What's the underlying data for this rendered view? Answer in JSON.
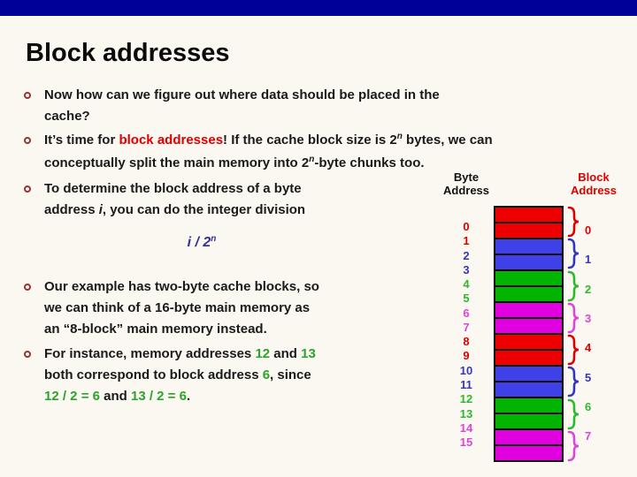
{
  "title": "Block addresses",
  "colors": {
    "bar": "#000099",
    "bg": "#faf8f0",
    "text": "#1a1a1a",
    "red": "#dd0000",
    "green": "#2aa52a",
    "navy": "#333399",
    "ring": "#993333",
    "block_red": "#ee0000",
    "block_blue": "#4040e8",
    "block_green": "#00b400",
    "block_magenta": "#e000e0",
    "lab_red": "#dd0000",
    "lab_blue": "#3636bb",
    "lab_green": "#2eb82e",
    "lab_magenta": "#dd44dd"
  },
  "bullets": [
    {
      "lines": [
        [
          {
            "t": "Now how can we figure out where data should be placed in the"
          }
        ],
        [
          {
            "t": "cache?"
          }
        ]
      ]
    },
    {
      "lines": [
        [
          {
            "t": "It’s time for "
          },
          {
            "t": "block addresses",
            "s": "red"
          },
          {
            "t": "! If the cache block size is 2"
          },
          {
            "t": "n",
            "s": "sup"
          },
          {
            "t": " bytes, we can"
          }
        ],
        [
          {
            "t": "conceptually split the main memory into 2"
          },
          {
            "t": "n",
            "s": "sup"
          },
          {
            "t": "-byte chunks too."
          }
        ]
      ]
    },
    {
      "lines": [
        [
          {
            "t": "To determine the block address of a byte"
          }
        ],
        [
          {
            "t": "address "
          },
          {
            "t": "i",
            "s": "i"
          },
          {
            "t": ", you can do the integer division"
          }
        ]
      ]
    },
    {
      "lines": [
        [
          {
            "t": "Our example has two-byte cache blocks, so"
          }
        ],
        [
          {
            "t": "we can think of a 16-byte main memory as"
          }
        ],
        [
          {
            "t": "an “8-block” main memory instead."
          }
        ]
      ]
    },
    {
      "lines": [
        [
          {
            "t": "For instance, memory addresses "
          },
          {
            "t": "12",
            "s": "green"
          },
          {
            "t": " and "
          },
          {
            "t": "13",
            "s": "green"
          }
        ],
        [
          {
            "t": "both correspond to block address "
          },
          {
            "t": "6",
            "s": "green"
          },
          {
            "t": ", since"
          }
        ],
        [
          {
            "t": "12 / 2 = 6",
            "s": "green"
          },
          {
            "t": " and "
          },
          {
            "t": "13 / 2 = 6",
            "s": "green"
          },
          {
            "t": "."
          }
        ]
      ]
    }
  ],
  "formula": [
    {
      "t": "i",
      "s": "i"
    },
    {
      "t": " / 2"
    },
    {
      "t": "n",
      "s": "sup"
    }
  ],
  "diagram": {
    "byte_header": "Byte\nAddress",
    "block_header": "Block\nAddress",
    "row_colors": [
      "red",
      "red",
      "blue",
      "blue",
      "green",
      "green",
      "magenta",
      "magenta",
      "red",
      "red",
      "blue",
      "blue",
      "green",
      "green",
      "magenta",
      "magenta"
    ],
    "byte_labels": [
      {
        "n": "0",
        "c": "red"
      },
      {
        "n": "1",
        "c": "red"
      },
      {
        "n": "2",
        "c": "blue"
      },
      {
        "n": "3",
        "c": "blue"
      },
      {
        "n": "4",
        "c": "green"
      },
      {
        "n": "5",
        "c": "green"
      },
      {
        "n": "6",
        "c": "magenta"
      },
      {
        "n": "7",
        "c": "magenta"
      },
      {
        "n": "8",
        "c": "red"
      },
      {
        "n": "9",
        "c": "red"
      },
      {
        "n": "10",
        "c": "blue"
      },
      {
        "n": "11",
        "c": "blue"
      },
      {
        "n": "12",
        "c": "green"
      },
      {
        "n": "13",
        "c": "green"
      },
      {
        "n": "14",
        "c": "magenta"
      },
      {
        "n": "15",
        "c": "magenta"
      }
    ],
    "braces": [
      {
        "n": "0",
        "c": "red"
      },
      {
        "n": "1",
        "c": "blue"
      },
      {
        "n": "2",
        "c": "green"
      },
      {
        "n": "3",
        "c": "magenta"
      },
      {
        "n": "4",
        "c": "red"
      },
      {
        "n": "5",
        "c": "blue"
      },
      {
        "n": "6",
        "c": "green"
      },
      {
        "n": "7",
        "c": "magenta"
      }
    ]
  }
}
